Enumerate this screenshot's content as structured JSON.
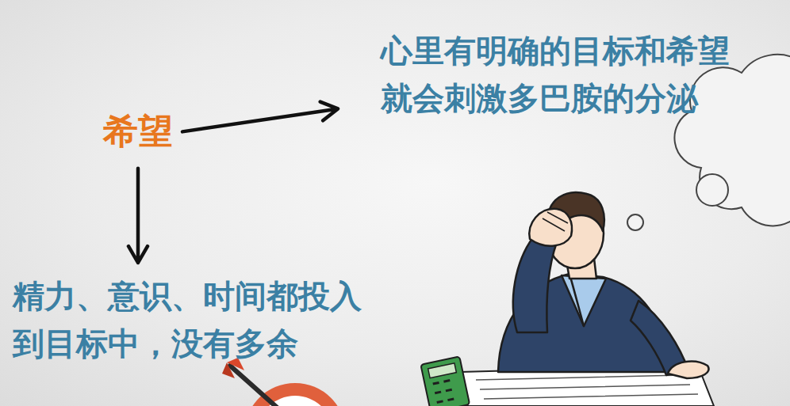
{
  "diagram": {
    "nodes": [
      {
        "text": [
          "希望"
        ]
      },
      {
        "text": [
          "心里有明确的目标和希望 就会刺激多巴胺的分泌"
        ]
      },
      {
        "text": [
          "精力、意识、时间都投入 到目标中，没有多余"
        ]
      }
    ],
    "edges": [
      {
        "from": 0,
        "to": 1,
        "arrow": "to"
      },
      {
        "from": 0,
        "to": 2,
        "arrow": "to"
      }
    ]
  }
}
